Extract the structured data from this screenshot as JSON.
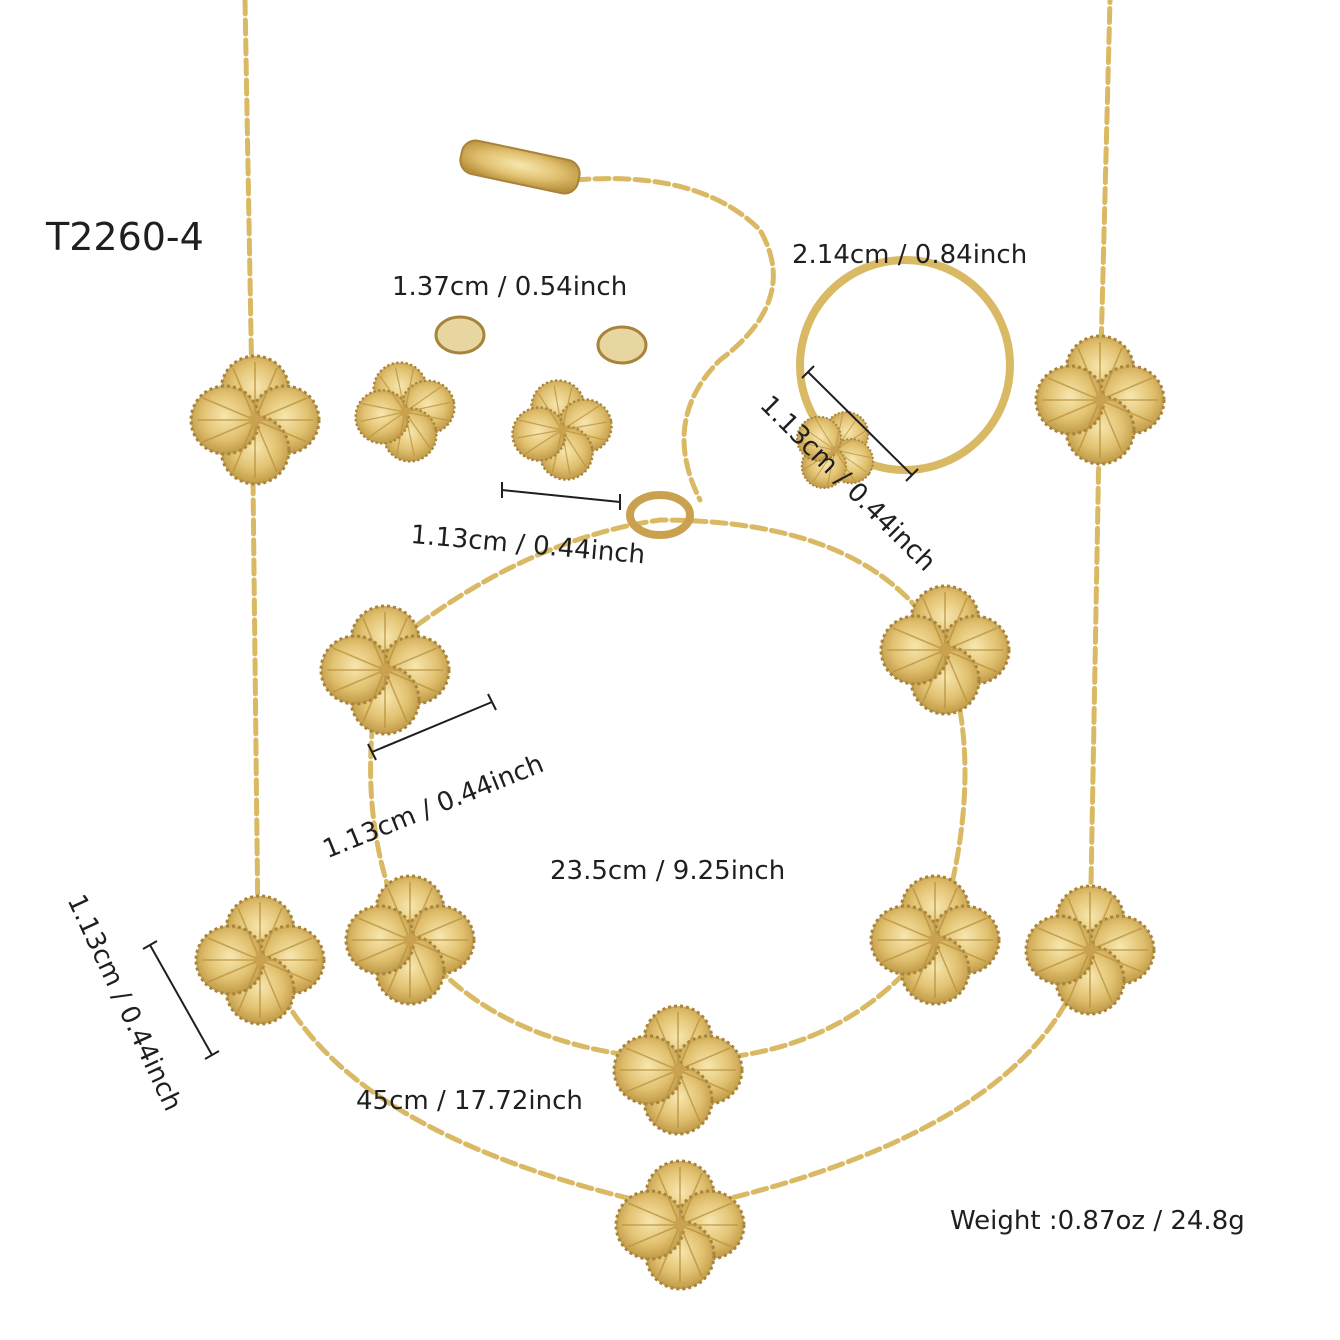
{
  "product": {
    "code": "T2260-4",
    "weight": "Weight :0.87oz / 24.8g"
  },
  "dimensions": {
    "earring_width": "1.37cm / 0.54inch",
    "earring_height": "1.13cm / 0.44inch",
    "ring_diameter": "2.14cm / 0.84inch",
    "ring_charm": "1.13cm / 0.44inch",
    "bracelet_charm": "1.13cm / 0.44inch",
    "bracelet_length": "23.5cm / 9.25inch",
    "necklace_charm": "1.13cm / 0.44inch",
    "necklace_length": "45cm / 17.72inch"
  },
  "colors": {
    "gold": "#e2c271",
    "gold_dark": "#b8913e",
    "gold_light": "#f6e6ad",
    "background": "#ffffff"
  }
}
